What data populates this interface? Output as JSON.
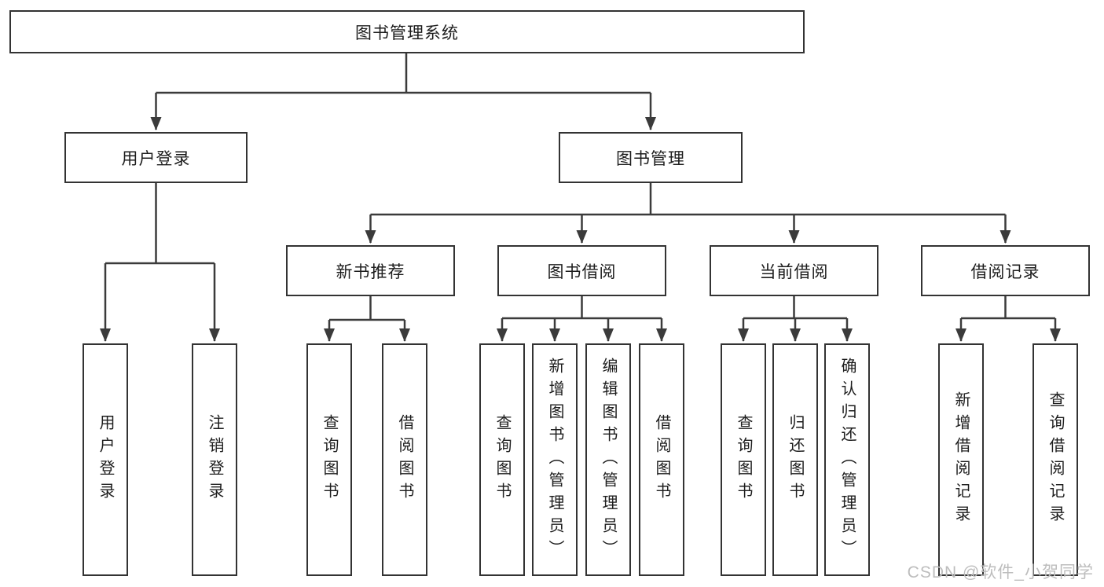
{
  "diagram": {
    "title": "图书管理系统",
    "root": {
      "label": "图书管理系统"
    },
    "branches": [
      {
        "label": "用户登录",
        "children": [
          {
            "label": "用户登录"
          },
          {
            "label": "注销登录"
          }
        ]
      },
      {
        "label": "图书管理",
        "children": [
          {
            "label": "新书推荐",
            "children": [
              {
                "label": "查询图书"
              },
              {
                "label": "借阅图书"
              }
            ]
          },
          {
            "label": "图书借阅",
            "children": [
              {
                "label": "查询图书"
              },
              {
                "label": "新增图书（管理员）"
              },
              {
                "label": "编辑图书（管理员）"
              },
              {
                "label": "借阅图书"
              }
            ]
          },
          {
            "label": "当前借阅",
            "children": [
              {
                "label": "查询图书"
              },
              {
                "label": "归还图书"
              },
              {
                "label": "确认归还（管理员）"
              }
            ]
          },
          {
            "label": "借阅记录",
            "children": [
              {
                "label": "新增借阅记录"
              },
              {
                "label": "查询借阅记录"
              }
            ]
          }
        ]
      }
    ],
    "colors": {
      "line": "#3b3b3b",
      "box_border": "#333333",
      "text": "#1d1d1d"
    }
  },
  "watermark": {
    "text": "CSDN @软件_小贺同学",
    "color": "#bdbdbd"
  }
}
